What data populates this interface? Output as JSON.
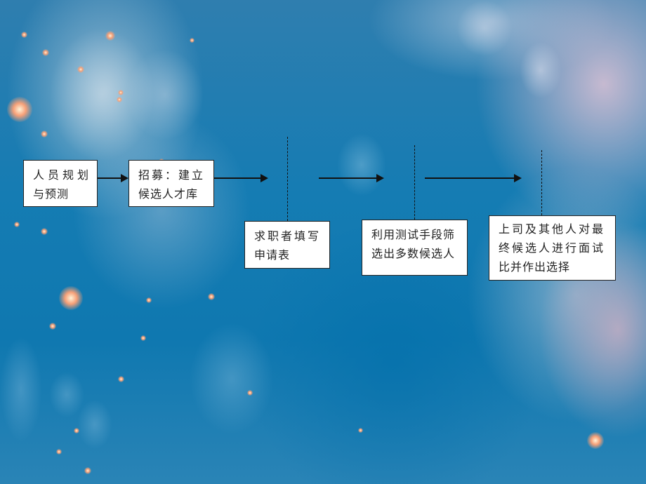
{
  "diagram": {
    "type": "recruitment-process-flowchart",
    "nodes": [
      {
        "id": "planning",
        "lines": [
          "人员规划",
          "与预测"
        ]
      },
      {
        "id": "recruitment",
        "lines": [
          "招募：建立",
          "候选人才库"
        ]
      },
      {
        "id": "application",
        "lines": [
          "求职者填写",
          "申请表"
        ]
      },
      {
        "id": "screening",
        "lines": [
          "利用测试手段筛",
          "选出多数候选人"
        ]
      },
      {
        "id": "interview",
        "lines": [
          "上司及其他人对最",
          "终候选人进行面试",
          "比并作出选择"
        ]
      }
    ],
    "edges": [
      {
        "from": "planning",
        "to": "recruitment",
        "style": "solid-arrow"
      },
      {
        "from": "recruitment",
        "to": "application",
        "style": "solid-arrow"
      },
      {
        "from": "application",
        "to": "screening",
        "style": "solid-arrow"
      },
      {
        "from": "screening",
        "to": "interview",
        "style": "solid-arrow"
      }
    ],
    "connectors": [
      {
        "node": "application",
        "style": "dashed"
      },
      {
        "node": "screening",
        "style": "dashed"
      },
      {
        "node": "interview",
        "style": "dashed"
      }
    ]
  },
  "colors": {
    "background": "#1779b0",
    "box_fill": "#ffffff",
    "box_border": "#222222",
    "line": "#111111"
  }
}
